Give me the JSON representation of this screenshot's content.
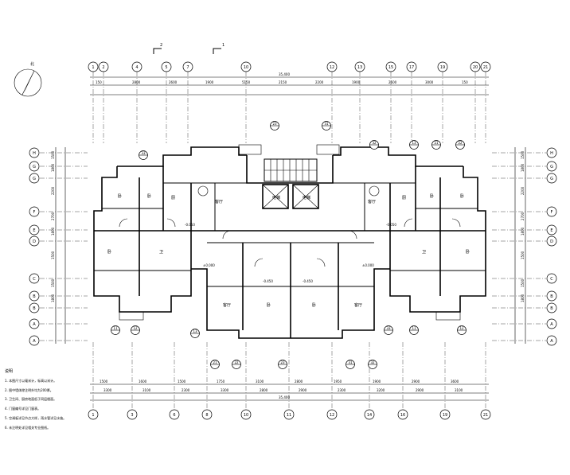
{
  "drawing": {
    "north_label": "北",
    "section_marks": [
      "2",
      "1"
    ],
    "top_axes": [
      "1",
      "2",
      "4",
      "5",
      "7",
      "10",
      "12",
      "13",
      "15",
      "17",
      "19",
      "20",
      "21"
    ],
    "bottom_axes": [
      "1",
      "3",
      "6",
      "8",
      "10",
      "11",
      "12",
      "14",
      "16",
      "19",
      "21"
    ],
    "side_axes": [
      "H",
      "G",
      "G",
      "F",
      "E",
      "D",
      "C",
      "B",
      "B",
      "A",
      "A"
    ],
    "top_overall_dim": "35,400",
    "bottom_overall_dim": "35,400",
    "top_dims_row1": [
      "150",
      "2800",
      "2600",
      "1900",
      "5150",
      "2150",
      "2200",
      "1900",
      "2600",
      "3000",
      "150"
    ],
    "bottom_dims_row": [
      "3300",
      "3100",
      "2300",
      "3300",
      "2800",
      "2900",
      "2300",
      "3200",
      "2900",
      "3100"
    ],
    "bottom_dims_row2": [
      "1500",
      "1600",
      "1500",
      "1750",
      "3100",
      "2800",
      "1950",
      "1900",
      "2900",
      "3600"
    ],
    "left_dims": [
      "1500",
      "1800",
      "2200",
      "2700",
      "1800",
      "1500",
      "1500",
      "1800"
    ],
    "right_dims": [
      "1500",
      "1800",
      "2200",
      "2700",
      "1800",
      "1500",
      "1500",
      "1800"
    ],
    "room_labels": [
      "卧",
      "卧",
      "厨",
      "客厅",
      "电梯",
      "电梯",
      "客厅",
      "厨",
      "卧",
      "卧",
      "卧",
      "卫",
      "客厅",
      "卧",
      "卧",
      "客厅",
      "卫",
      "卧"
    ],
    "level_marks": [
      "-0.050",
      "±0.000",
      "-0.450",
      "-0.450",
      "±0.000",
      "-0.050"
    ],
    "callout_numbers": [
      "11",
      "12",
      "13",
      "21",
      "22",
      "23",
      "31",
      "32",
      "33"
    ],
    "notes_title": "说明",
    "notes": [
      "1. 本图尺寸以毫米计，标高以米计。",
      "2. 图中墙体除注明外均为200厚。",
      "3. 卫生间、厨房地面低于同层楼面。",
      "4. 门窗编号详见门窗表。",
      "5. 空调板详见节点大样，雨水管详见水施。",
      "6. 未注明处详见相关专业图纸。"
    ]
  }
}
